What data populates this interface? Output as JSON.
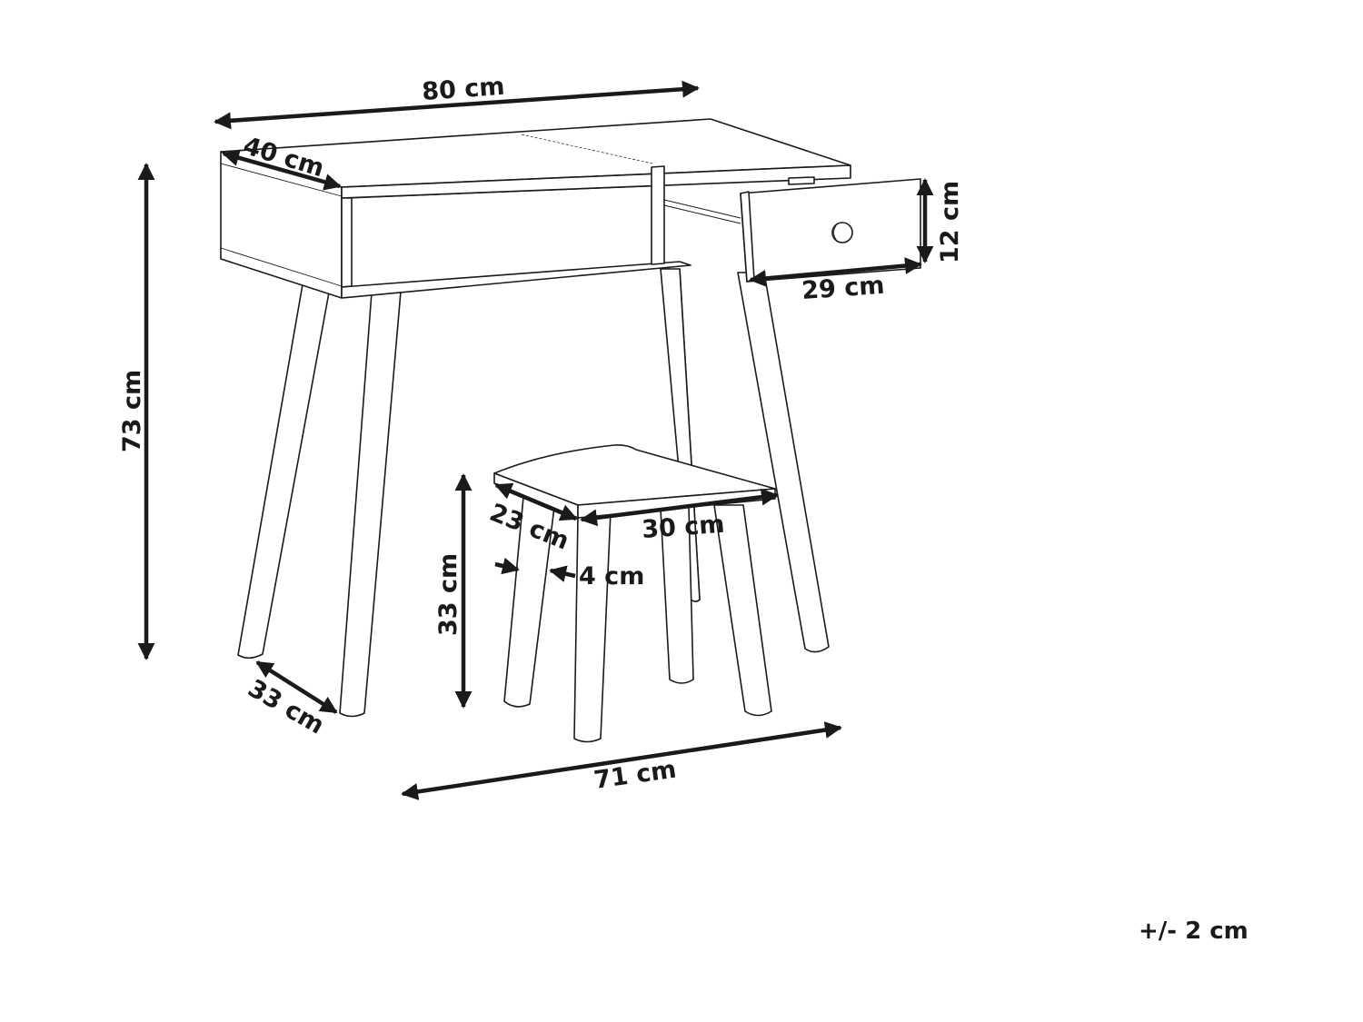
{
  "diagram": {
    "subject": "Dressing table with stool",
    "line_color": "#1a1a1a",
    "background": "#ffffff",
    "dimensions": {
      "table_width": "80 cm",
      "table_depth": "40 cm",
      "table_height": "73 cm",
      "leg_spread": "33 cm",
      "drawer_height": "12 cm",
      "drawer_width": "29 cm",
      "stool_depth": "23 cm",
      "stool_width": "30 cm",
      "stool_height": "33 cm",
      "stool_leg_thickness": "4 cm",
      "overall_span": "71 cm"
    },
    "tolerance": "+/- 2 cm"
  }
}
